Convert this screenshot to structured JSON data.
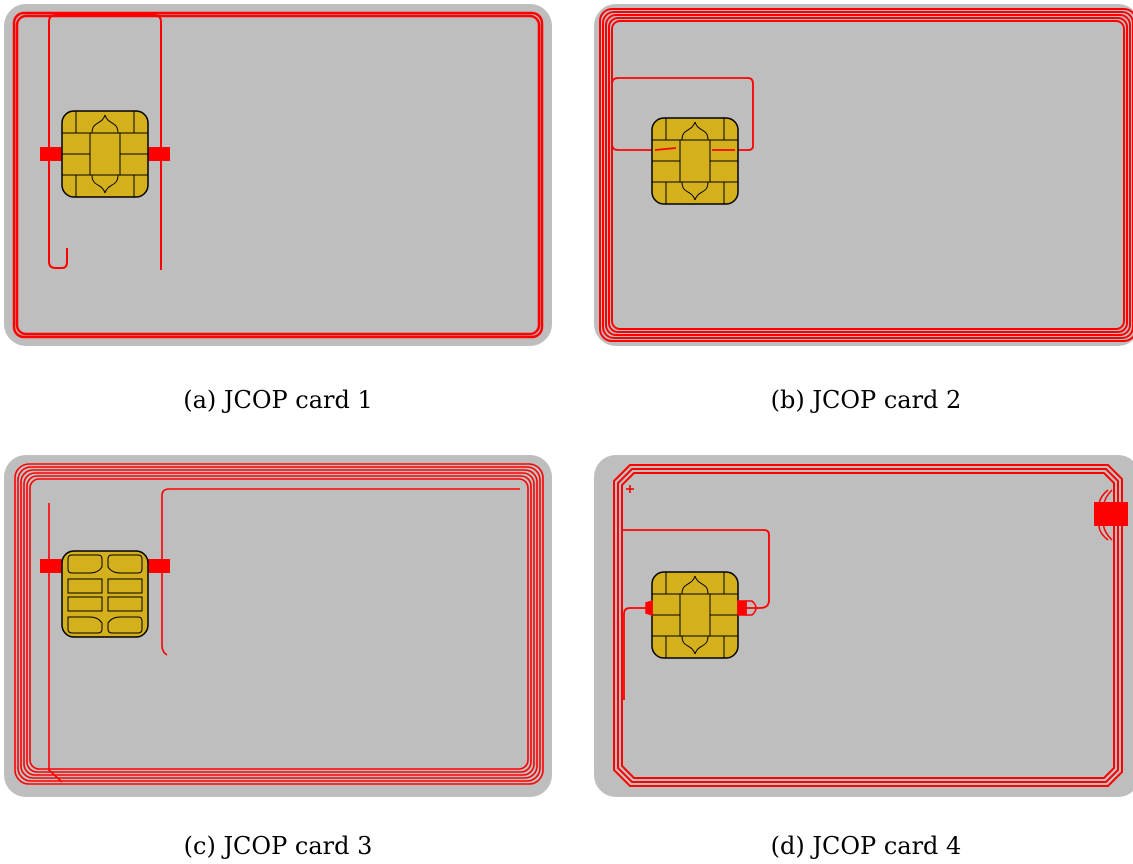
{
  "colors": {
    "card_body": "#bebebe",
    "antenna": "#ff0000",
    "chip_gold": "#d4b01c",
    "chip_outline": "#000000",
    "background": "#ffffff"
  },
  "cards": [
    {
      "id": "a",
      "caption": "(a) JCOP card 1"
    },
    {
      "id": "b",
      "caption": "(b) JCOP card 2"
    },
    {
      "id": "c",
      "caption": "(c) JCOP card 3"
    },
    {
      "id": "d",
      "caption": "(d) JCOP card 4"
    }
  ]
}
